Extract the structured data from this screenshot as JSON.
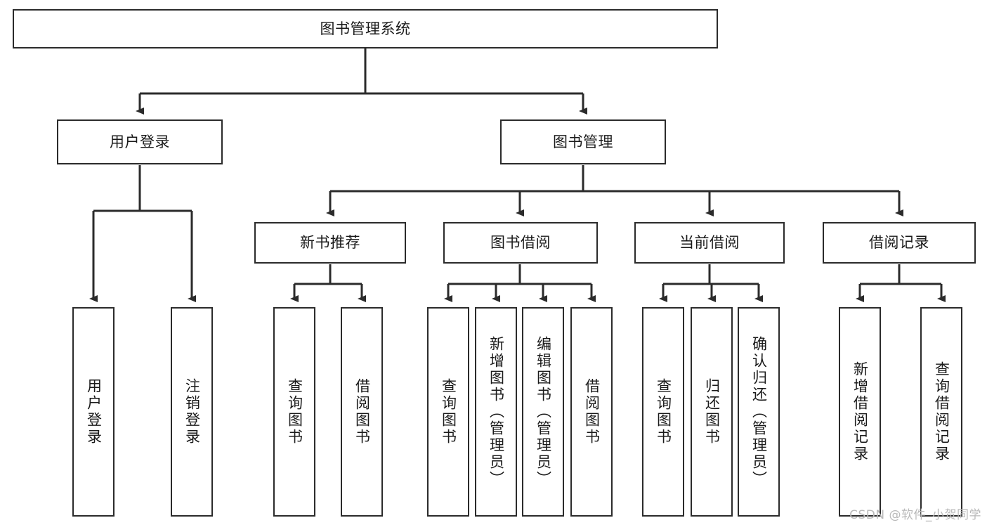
{
  "diagram": {
    "title": "图书管理系统",
    "type": "tree",
    "watermark": "CSDN @软件_小贺同学",
    "colors": {
      "box_border": "#2b2b2b",
      "box_fill": "#ffffff",
      "edge": "#2b2b2b",
      "text": "#1a1a1a",
      "watermark": "#b9b9b9"
    },
    "nodes": {
      "root": {
        "label": "图书管理系统"
      },
      "level2": [
        {
          "label": "用户登录"
        },
        {
          "label": "图书管理"
        }
      ],
      "level3": [
        {
          "label": "新书推荐"
        },
        {
          "label": "图书借阅"
        },
        {
          "label": "当前借阅"
        },
        {
          "label": "借阅记录"
        }
      ],
      "leaves": {
        "user_login": [
          {
            "label": "用户登录"
          },
          {
            "label": "注销登录"
          }
        ],
        "new_book_recommend": [
          {
            "label": "查询图书"
          },
          {
            "label": "借阅图书"
          }
        ],
        "book_borrow": [
          {
            "label": "查询图书"
          },
          {
            "label": "新增图书（管理员）"
          },
          {
            "label": "编辑图书（管理员）"
          },
          {
            "label": "借阅图书"
          }
        ],
        "current_borrow": [
          {
            "label": "查询图书"
          },
          {
            "label": "归还图书"
          },
          {
            "label": "确认归还（管理员）"
          }
        ],
        "borrow_record": [
          {
            "label": "新增借阅记录"
          },
          {
            "label": "查询借阅记录"
          }
        ]
      }
    }
  }
}
